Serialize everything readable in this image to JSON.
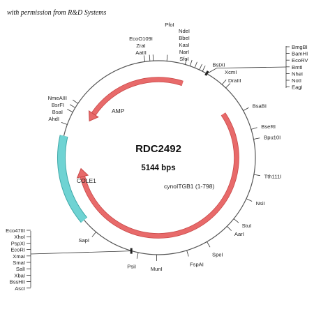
{
  "credit": "with permission from R&D Systems",
  "plasmid": {
    "name": "RDC2492",
    "size_label": "5144 bps",
    "total_bp": 5144
  },
  "features": [
    {
      "name": "cynoITGB1 (1-798)",
      "type": "arrow",
      "color": "#e86a6a",
      "start_deg": 56,
      "end_deg": 262,
      "direction": "cw"
    },
    {
      "name": "AMP",
      "type": "arrow",
      "color": "#e86a6a",
      "start_deg": 18,
      "end_deg": 298,
      "direction": "ccw"
    },
    {
      "name": "COLE1",
      "type": "box",
      "color": "#6fd3d3",
      "start_deg": 230,
      "end_deg": 283
    }
  ],
  "sites": [
    {
      "label": "PfoI",
      "angle": 5
    },
    {
      "label": "NdeI",
      "angle": 16
    },
    {
      "label": "BbeI",
      "angle": 19
    },
    {
      "label": "KasI",
      "angle": 22
    },
    {
      "label": "NarI",
      "angle": 25
    },
    {
      "label": "SfoI",
      "angle": 27
    },
    {
      "label": "EcoO109I",
      "angle": 352
    },
    {
      "label": "ZraI",
      "angle": 355
    },
    {
      "label": "AatII",
      "angle": 357
    },
    {
      "label": "XcmI",
      "angle": 41
    },
    {
      "label": "DraIII",
      "angle": 44
    },
    {
      "label": "BsaBI",
      "angle": 61
    },
    {
      "label": "BseRI",
      "angle": 73
    },
    {
      "label": "Bpu10I",
      "angle": 79
    },
    {
      "label": "Tth111I",
      "angle": 100
    },
    {
      "label": "NsiI",
      "angle": 115
    },
    {
      "label": "StuI",
      "angle": 129
    },
    {
      "label": "AarI",
      "angle": 135
    },
    {
      "label": "SpeI",
      "angle": 150
    },
    {
      "label": "FspAI",
      "angle": 163
    },
    {
      "label": "MunI",
      "angle": 181
    },
    {
      "label": "PsiI",
      "angle": 192
    },
    {
      "label": "SapI",
      "angle": 220
    },
    {
      "label": "AhdI",
      "angle": 290
    },
    {
      "label": "BsaI",
      "angle": 298
    },
    {
      "label": "BsrFI",
      "angle": 301
    },
    {
      "label": "NmeAIII",
      "angle": 304
    }
  ],
  "clusters": [
    {
      "name": "cluster-right",
      "angle": 30,
      "labels": [
        "BmgBI",
        "BamHI",
        "EcoRV",
        "BmtI",
        "NheI",
        "NotI",
        "EagI"
      ],
      "heading": "BstXI"
    },
    {
      "name": "cluster-left",
      "angle": 196,
      "labels": [
        "Eco47III",
        "XhoI",
        "PspXI",
        "EcoRI",
        "XmaI",
        "SmaI",
        "SalI",
        "XbaI",
        "BssHII",
        "AscI"
      ]
    }
  ]
}
